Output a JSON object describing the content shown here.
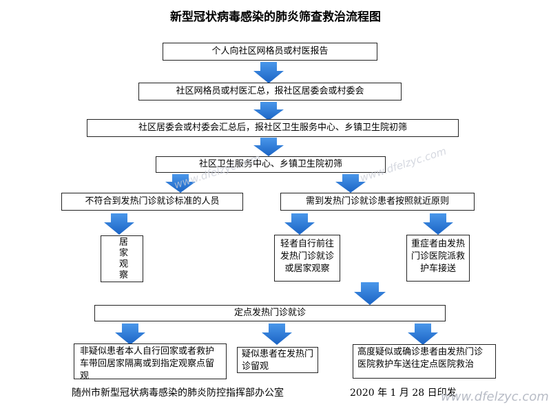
{
  "title": "新型冠状病毒感染的肺炎筛查救治流程图",
  "boxes": {
    "report": "个人向社区网格员或村医报告",
    "summary1": "社区网格员或村医汇总，报社区居委会或村委会",
    "summary2": "社区居委会或村委会汇总后，报社区卫生服务中心、乡镇卫生院初筛",
    "screening": "社区卫生服务中心、乡镇卫生院初筛",
    "not_meet": "不符合到发热门诊就诊标准的人员",
    "need_visit": "需到发热门诊就诊患者按照就近原则",
    "home_obs": "居家观察",
    "mild": "轻者自行前往发热门诊就诊或居家观察",
    "severe": "重症者由发热门诊医院派救护车接送",
    "designated": "定点发热门诊就诊",
    "non_suspect": "非疑似患者本人自行回家或者救护车带回居家隔离或到指定观察点留观",
    "suspect": "疑似患者在发热门诊留观",
    "high_suspect": "高度疑似或确诊患者由发热门诊医院救护车送往定点医院救治"
  },
  "footer": {
    "org": "随州市新型冠状病毒感染的肺炎防控指挥部办公室",
    "date": "2020 年 1 月 28 日印发"
  },
  "watermark": "www.dfelzyc.com",
  "colors": {
    "arrow": "#1f6fd1",
    "border": "#222222"
  }
}
